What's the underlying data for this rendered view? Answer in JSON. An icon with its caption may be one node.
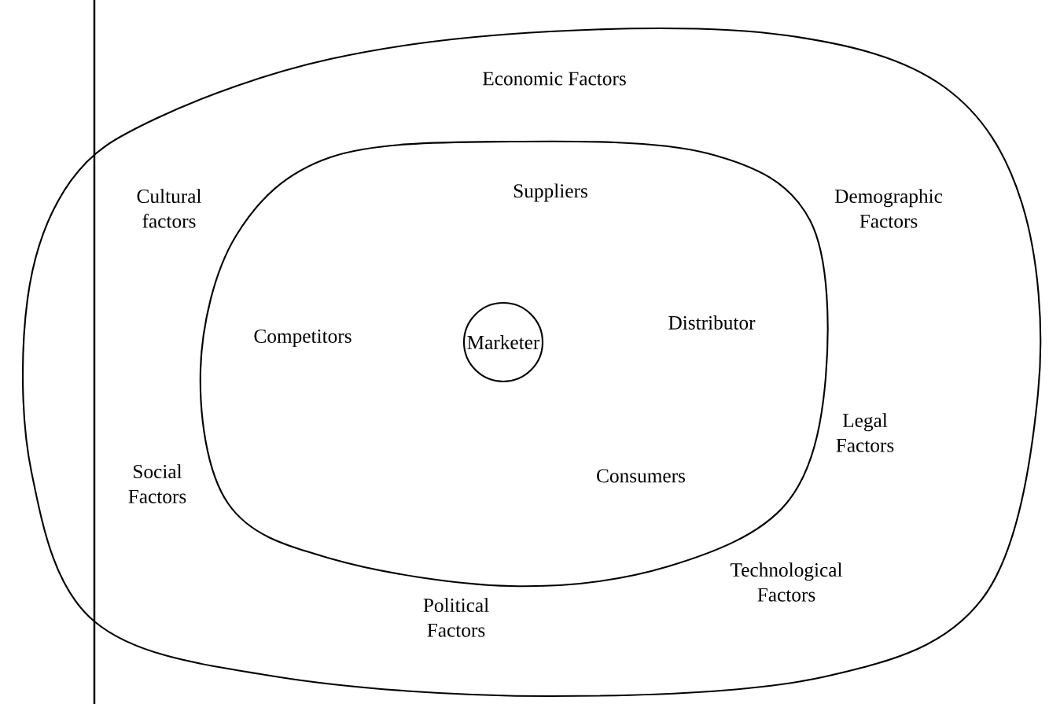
{
  "diagram": {
    "nodes": [
      {
        "text": [
          "Economic Factors",
          "Cultural factors",
          "Demographic Factors",
          "Social Factors",
          "Legal Factors",
          "Technological Factors",
          "Political Factors"
        ]
      },
      {
        "text": [
          "Suppliers",
          "Competitors",
          "Distributor",
          "Consumers"
        ],
        "in": 0
      },
      {
        "text": [
          "Marketer"
        ],
        "in": 1
      }
    ],
    "edges": []
  }
}
